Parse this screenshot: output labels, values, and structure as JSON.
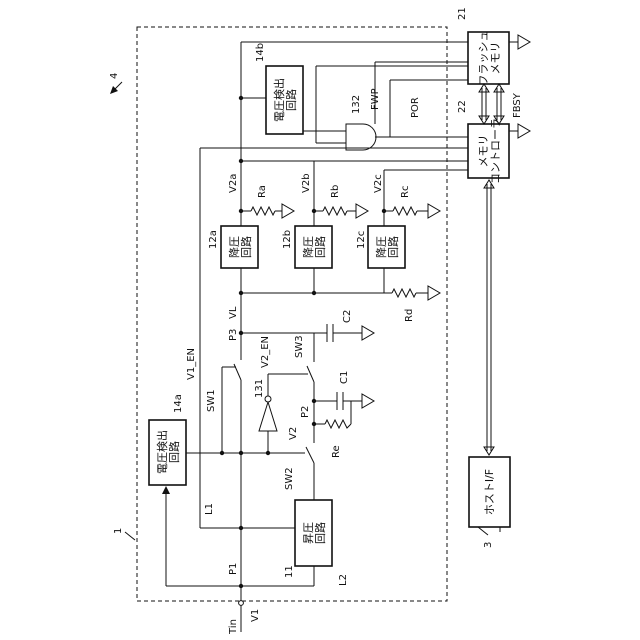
{
  "labels": {
    "l_4": "4",
    "l_1": "1",
    "l_3": "3",
    "l_21": "21",
    "l_22": "22",
    "l_14b": "14b",
    "l_14a": "14a",
    "l_132": "132",
    "l_131": "131",
    "l_fwp": "FWP",
    "l_por": "POR",
    "l_fbsy": "FBSY",
    "l_v2a": "V2a",
    "l_v2b": "V2b",
    "l_v2c": "V2c",
    "l_ra": "Ra",
    "l_rb": "Rb",
    "l_rc": "Rc",
    "l_rd": "Rd",
    "l_re": "Re",
    "l_12a": "12a",
    "l_12b": "12b",
    "l_12c": "12c",
    "l_vl": "VL",
    "l_p3": "P3",
    "l_c2": "C2",
    "l_sw3": "SW3",
    "l_v1en": "V1_EN",
    "l_v2en": "V2_EN",
    "l_sw1": "SW1",
    "l_c1": "C1",
    "l_p2": "P2",
    "l_v2": "V2",
    "l_sw2": "SW2",
    "l_l1": "L1",
    "l_l2": "L2",
    "l_11": "11",
    "l_p1": "P1",
    "l_tin": "Tin",
    "l_v1": "V1"
  },
  "blocks": {
    "flash": "フラッシュ\nメモリ",
    "controller": "メモリ\nコントローラ",
    "host_if": "ホストI/F",
    "vdet_b": "電圧検出\n回路",
    "vdet_a": "電圧検出\n回路",
    "reg_a": "降圧\n回路",
    "reg_b": "降圧\n回路",
    "reg_c": "降圧\n回路",
    "booster": "昇圧\n回路"
  }
}
